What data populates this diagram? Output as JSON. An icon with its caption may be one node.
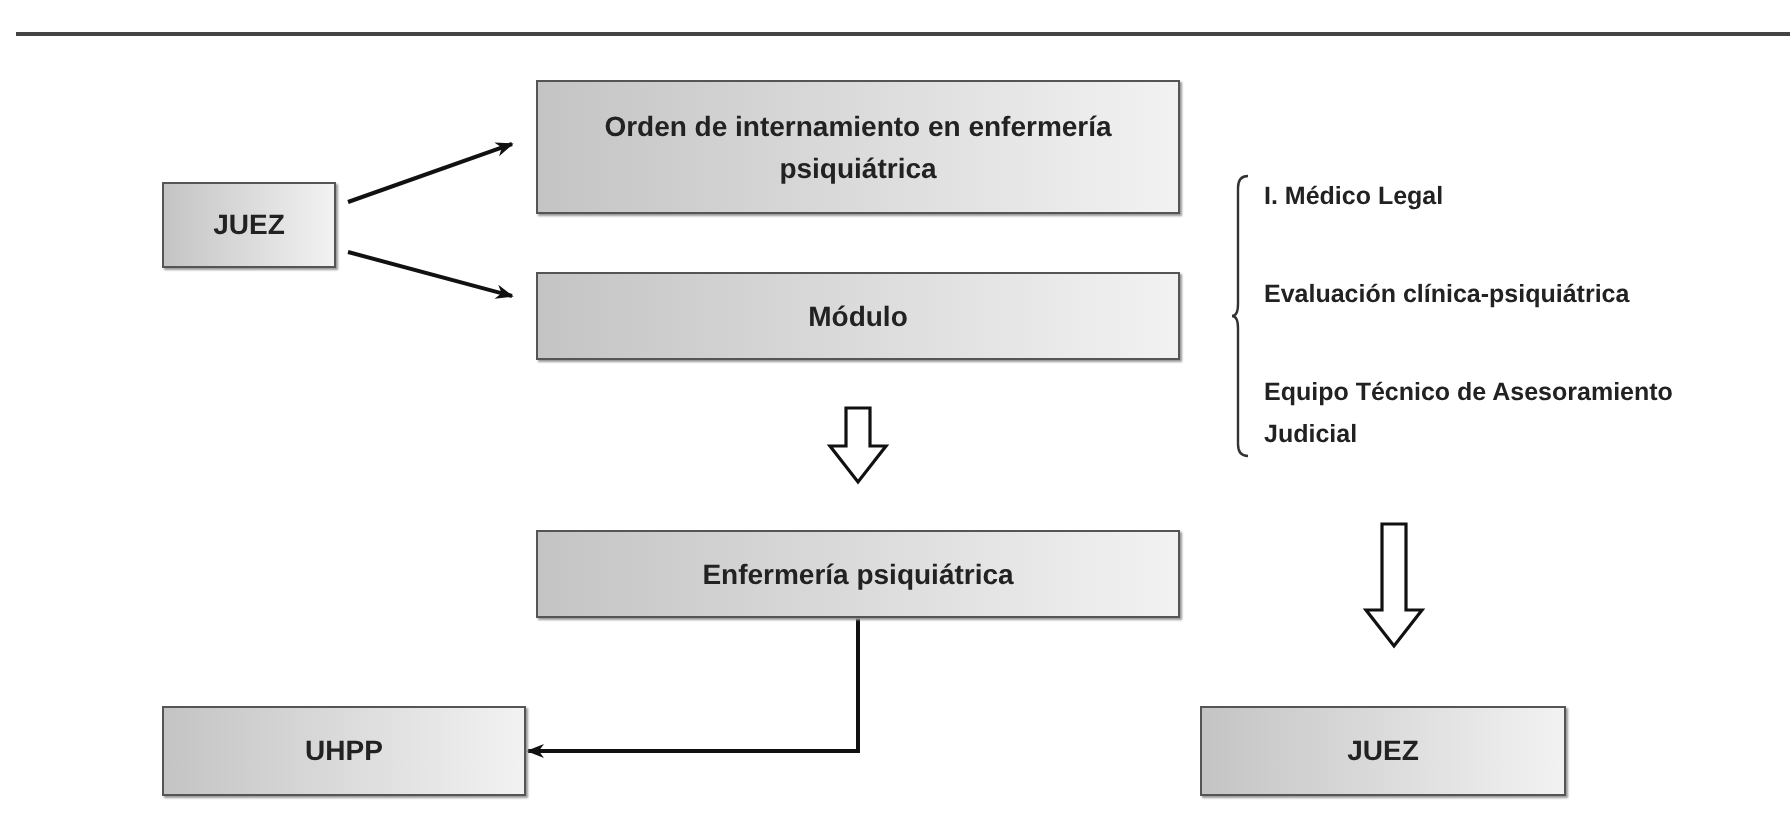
{
  "diagram": {
    "nodes": [
      {
        "text": [
          "JUEZ"
        ]
      },
      {
        "text": [
          "Orden de internamiento en enfermería psiquiátrica"
        ]
      },
      {
        "text": [
          "Módulo"
        ]
      },
      {
        "text": [
          "I. Médico Legal",
          "Evaluación clínica-psiquiátrica",
          "Equipo Técnico de Asesoramiento Judicial"
        ]
      },
      {
        "text": [
          "Enfermería psiquiátrica"
        ]
      },
      {
        "text": [
          "UHPP"
        ]
      },
      {
        "text": [
          "JUEZ"
        ]
      }
    ],
    "edges": [
      {
        "from": 0,
        "to": 1,
        "arrow": "to"
      },
      {
        "from": 0,
        "to": 2,
        "arrow": "to"
      },
      {
        "from": 2,
        "to": 4,
        "arrow": "to",
        "style": "thick"
      },
      {
        "from": 3,
        "to": 6,
        "arrow": "to",
        "style": "thick"
      },
      {
        "from": 4,
        "to": 5,
        "arrow": "to"
      }
    ]
  }
}
